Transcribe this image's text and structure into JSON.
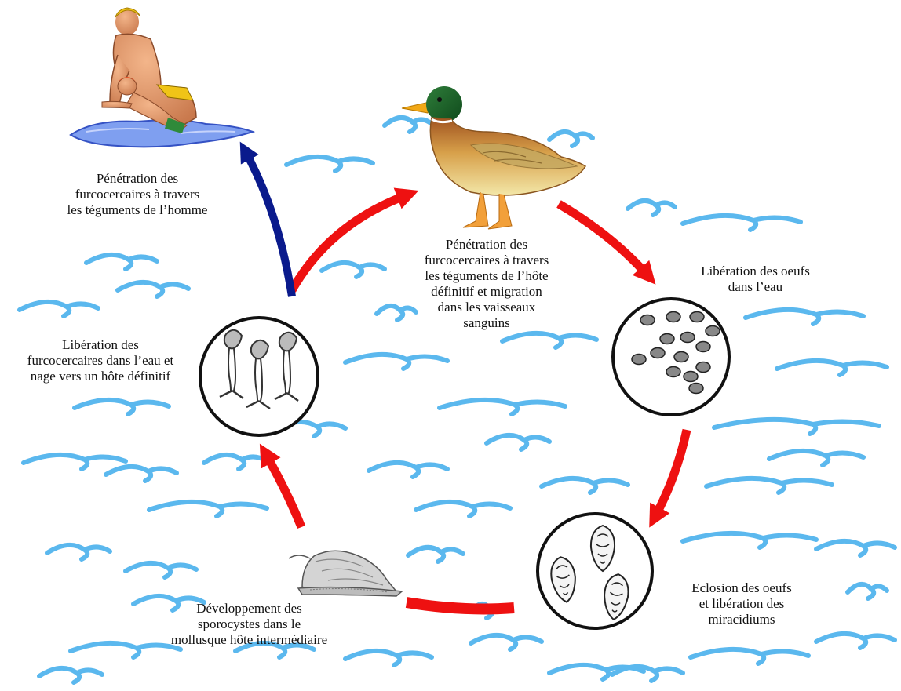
{
  "labels": {
    "human_penetration": [
      "Pénétration  des",
      "furcocercaires à travers",
      "les téguments de l’homme"
    ],
    "duck_penetration": [
      "Pénétration  des",
      "furcocercaires à travers",
      "les téguments de l’hôte",
      "définitif  et migration",
      "dans les vaisseaux",
      "sanguins"
    ],
    "egg_release": [
      "Libération des oeufs",
      "dans l’eau"
    ],
    "furcocercaire_release": [
      "Libération des",
      "furcocercaires dans l’eau et",
      "nage vers un hôte définitif"
    ],
    "hatching": [
      "Eclosion des oeufs",
      "et libération des",
      "miracidiums"
    ],
    "sporocyst": [
      "Développement des",
      "sporocystes dans le",
      "mollusque hôte intermédiaire"
    ]
  },
  "colors": {
    "water": "#5bb8ee",
    "cycle_arrow": "#ee1111",
    "human_arrow": "#0a1a8c",
    "circle_stroke": "#111111",
    "egg_fill": "#888888"
  },
  "icons": {
    "human": "swimmer-and-child-icon",
    "duck": "mallard-duck-icon",
    "eggs": "eggs-circle-icon",
    "miracidia": "miracidia-circle-icon",
    "snail": "snail-icon",
    "cercariae": "furcocercaires-circle-icon"
  }
}
